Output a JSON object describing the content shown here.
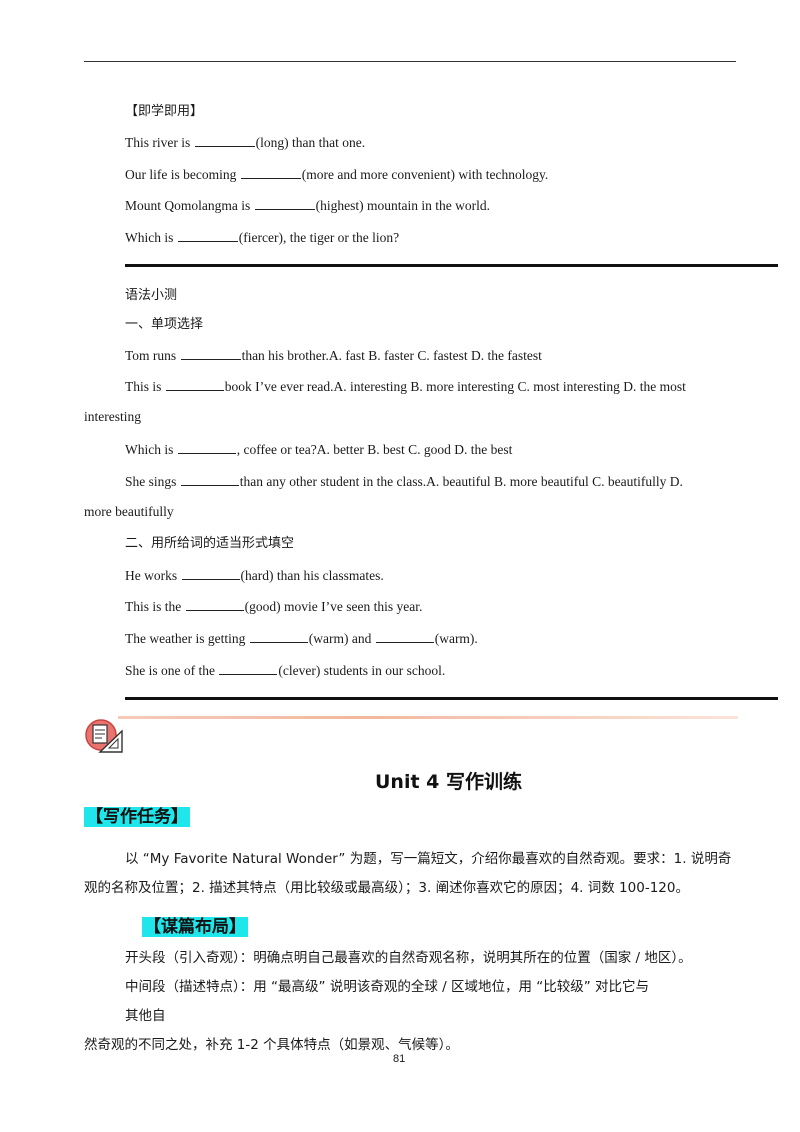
{
  "practice": {
    "heading": "【即学即用】",
    "items": [
      {
        "pre": "This river is ",
        "post": "(long) than that one."
      },
      {
        "pre": "Our life is becoming ",
        "post": "(more and more convenient) with technology."
      },
      {
        "pre": "Mount Qomolangma is ",
        "post": "(highest) mountain in the world."
      },
      {
        "pre": "Which is ",
        "post": "(fiercer), the tiger or the lion?"
      }
    ]
  },
  "quiz": {
    "heading": "语法小测",
    "section1_title": "一、单项选择",
    "q1": {
      "pre": "Tom runs ",
      "post": "than his brother.A. fast B. faster C. fastest D. the fastest"
    },
    "q2": {
      "pre": "This is ",
      "post": "book I’ve ever read.A. interesting B. more interesting C. most interesting D. the most",
      "cont": "interesting"
    },
    "q3": {
      "pre": "Which is ",
      "post": ", coffee or tea?A. better B. best C. good D. the best"
    },
    "q4": {
      "pre": "She sings ",
      "post": "than any other student in the class.A. beautiful B. more beautiful C. beautifully D.",
      "cont": "more beautifully"
    },
    "section2_title": "二、用所给词的适当形式填空",
    "f1": {
      "pre": "He works ",
      "post": "(hard) than his classmates."
    },
    "f2": {
      "pre": "This is the ",
      "post": "(good) movie I’ve seen this year."
    },
    "f3": {
      "pre": "The weather is getting ",
      "mid": "(warm) and ",
      "post": "(warm)."
    },
    "f4": {
      "pre": "She is one of the ",
      "post": "(clever) students in our school."
    }
  },
  "writing": {
    "title": "Unit  4  写作训练",
    "task_label": "【写作任务】",
    "task_line1": "以 “My Favorite Natural Wonder” 为题，写一篇短文，介绍你最喜欢的自然奇观。要求：1. 说明奇",
    "task_line2": "观的名称及位置；2. 描述其特点（用比较级或最高级）；3. 阐述你喜欢它的原因；4. 词数  100-120。",
    "layout_label": "【谋篇布局】",
    "layout_line1": "开头段（引入奇观）：明确点明自己最喜欢的自然奇观名称，说明其所在的位置（国家 / 地区）。",
    "layout_line2": "中间段（描述特点）：用 “最高级” 说明该奇观的全球 / 区域地位，用 “比较级” 对比它与",
    "layout_line3": "其他自",
    "layout_line4": "然奇观的不同之处，补充 1-2 个具体特点（如景观、气候等）。"
  },
  "page_number": "81",
  "colors": {
    "highlight": "#1fe6ea",
    "icon_red": "#d9534f",
    "divider_gradient": "#f2b8a0"
  }
}
